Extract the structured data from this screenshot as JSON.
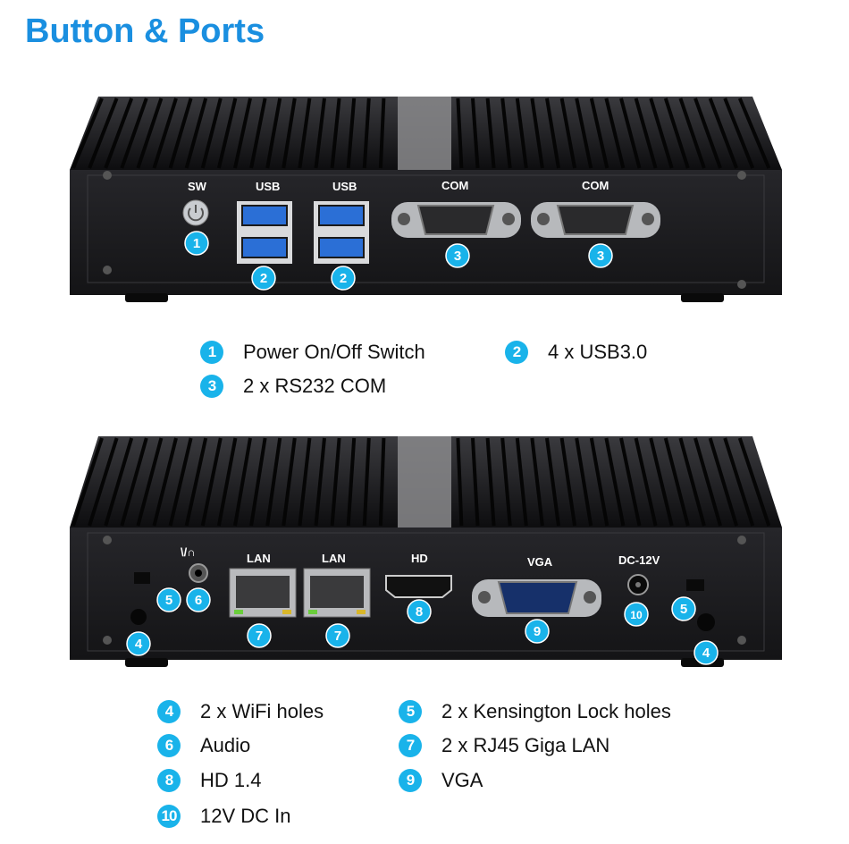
{
  "title": "Button & Ports",
  "colors": {
    "accent": "#1a8fe0",
    "badge": "#19b3ea",
    "device": "#1c1c1e",
    "usb_blue": "#2b6fd6"
  },
  "top_panel": {
    "labels": {
      "sw": "SW",
      "usb1": "USB",
      "usb2": "USB",
      "com1": "COM",
      "com2": "COM"
    },
    "badges": {
      "b1": "1",
      "b2a": "2",
      "b2b": "2",
      "b3a": "3",
      "b3b": "3"
    }
  },
  "bottom_panel": {
    "labels": {
      "audio": "\\/∩",
      "lan1": "LAN",
      "lan2": "LAN",
      "hd": "HD",
      "vga": "VGA",
      "dc": "DC-12V"
    },
    "badges": {
      "b4a": "4",
      "b4b": "4",
      "b5a": "5",
      "b5b": "5",
      "b6": "6",
      "b7a": "7",
      "b7b": "7",
      "b8": "8",
      "b9": "9",
      "b10": "10"
    }
  },
  "legend_top": [
    {
      "num": "1",
      "text": "Power On/Off Switch"
    },
    {
      "num": "2",
      "text": "4 x USB3.0"
    },
    {
      "num": "3",
      "text": "2 x RS232 COM"
    }
  ],
  "legend_bottom": [
    {
      "num": "4",
      "text": "2 x WiFi holes"
    },
    {
      "num": "5",
      "text": "2 x Kensington Lock holes"
    },
    {
      "num": "6",
      "text": "Audio"
    },
    {
      "num": "7",
      "text": "2 x RJ45 Giga LAN"
    },
    {
      "num": "8",
      "text": "HD 1.4"
    },
    {
      "num": "9",
      "text": "VGA"
    },
    {
      "num": "10",
      "text": "12V DC In"
    }
  ]
}
